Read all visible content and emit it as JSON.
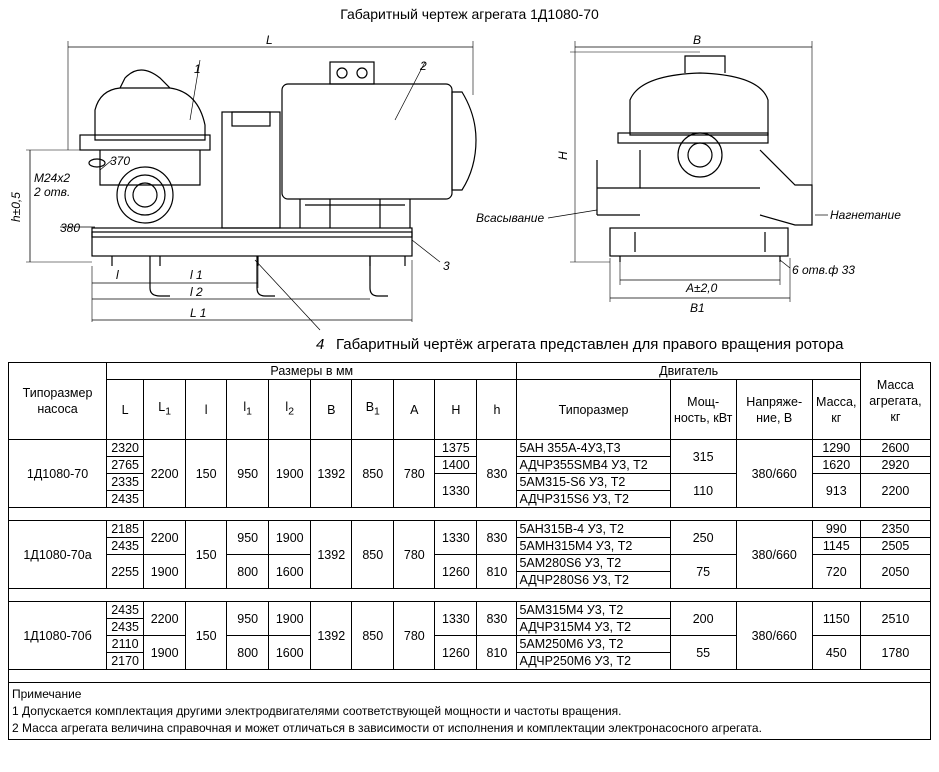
{
  "title": "Габаритный чертеж агрегата 1Д1080-70",
  "drawing_labels": {
    "L": "L",
    "B": "B",
    "H": "H",
    "h05": "h±0,5",
    "m24": "M24x2",
    "m24b": "2 отв.",
    "d370": "370",
    "d380": "380",
    "n1": "1",
    "n2": "2",
    "n3": "3",
    "n4": "4",
    "dl": "l",
    "dl1": "l 1",
    "dl2": "l 2",
    "dL1": "L 1",
    "suction": "Всасывание",
    "discharge": "Нагнетание",
    "holes": "6 отв.ф 33",
    "A": "A±2,0",
    "B1": "B1"
  },
  "caption": "Габаритный чертёж агрегата представлен для правого вращения ротора",
  "caption_num": "4",
  "table": {
    "h_type": "Типоразмер насоса",
    "h_dims": "Размеры в мм",
    "h_motor": "Двигатель",
    "h_mass": "Масса агрегата, кг",
    "h_L": "L",
    "h_L1": "L",
    "h_l": "l",
    "h_l1": "l",
    "h_l2": "l",
    "h_B": "B",
    "h_B1": "B",
    "h_A": "A",
    "h_H": "H",
    "h_h": "h",
    "h_mtype": "Типоразмер",
    "h_power": "Мощ-ность, кВт",
    "h_volt": "Напряже-ние, В",
    "h_mmass": "Масса, кг",
    "g1": {
      "name": "1Д1080-70",
      "L": [
        "2320",
        "2765",
        "2335",
        "2435"
      ],
      "L1": "2200",
      "l": "150",
      "l1": "950",
      "l2": "1900",
      "B": "1392",
      "B1": "850",
      "A": "780",
      "H": [
        "1375",
        "1400",
        "1330"
      ],
      "h": "830",
      "motors": [
        "5АН 355А-4У3,Т3",
        "АДЧР355SMB4 У3, Т2",
        "5АМ315-S6 У3, Т2",
        "АДЧР315S6 У3, Т2"
      ],
      "p1": "315",
      "p2": "110",
      "volt": "380/660",
      "mm": [
        "1290",
        "1620",
        "913"
      ],
      "ma": [
        "2600",
        "2920",
        "2200"
      ]
    },
    "g2": {
      "name": "1Д1080-70а",
      "L": [
        "2185",
        "2435",
        "2255"
      ],
      "L1": [
        "2200",
        "1900"
      ],
      "l": "150",
      "l1": [
        "950",
        "800"
      ],
      "l2": [
        "1900",
        "1600"
      ],
      "B": "1392",
      "B1": "850",
      "A": "780",
      "H": [
        "1330",
        "1260"
      ],
      "h": [
        "830",
        "810"
      ],
      "motors": [
        "5АН315В-4 У3, Т2",
        "5АМН315М4 У3, Т2",
        "5АМ280S6 У3, Т2",
        "АДЧР280S6 У3, Т2"
      ],
      "p1": "250",
      "p2": "75",
      "volt": "380/660",
      "mm": [
        "990",
        "1145",
        "720"
      ],
      "ma": [
        "2350",
        "2505",
        "2050"
      ]
    },
    "g3": {
      "name": "1Д1080-70б",
      "L": [
        "2435",
        "2435",
        "2110",
        "2170"
      ],
      "L1": [
        "2200",
        "1900"
      ],
      "l": "150",
      "l1": [
        "950",
        "800"
      ],
      "l2": [
        "1900",
        "1600"
      ],
      "B": "1392",
      "B1": "850",
      "A": "780",
      "H": [
        "1330",
        "1260"
      ],
      "h": [
        "830",
        "810"
      ],
      "motors": [
        "5АМ315М4 У3, Т2",
        "АДЧР315М4 У3, Т2",
        "5АМ250М6 У3, Т2",
        "АДЧР250М6 У3, Т2"
      ],
      "p1": "200",
      "p2": "55",
      "volt": "380/660",
      "mm": [
        "1150",
        "450"
      ],
      "ma": [
        "2510",
        "1780"
      ]
    },
    "notes": [
      "Примечание",
      "1 Допускается комплектация другими электродвигателями соответствующей мощности и частоты вращения.",
      "2 Масса агрегата величина справочная и может отличаться в зависимости от исполнения и комплектации электронасосного агрегата."
    ]
  }
}
